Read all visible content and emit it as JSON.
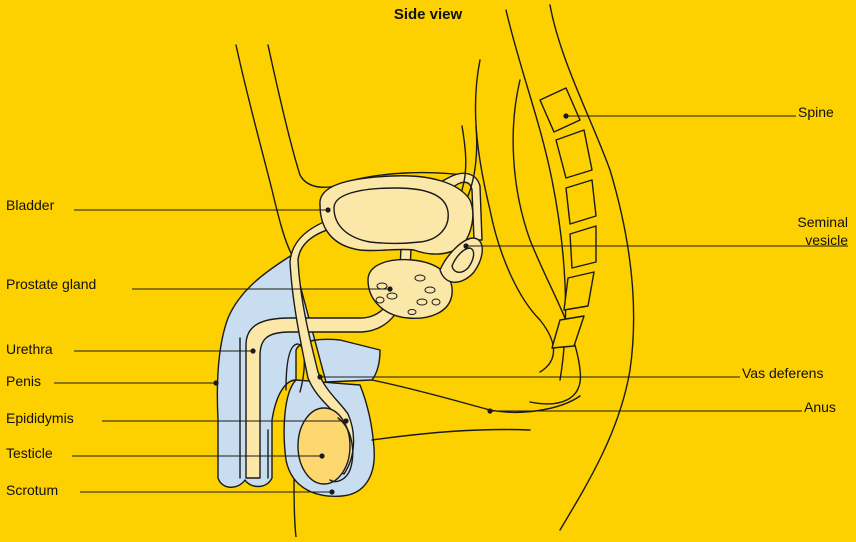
{
  "title": "Side view",
  "labels": {
    "bladder": "Bladder",
    "prostate_gland": "Prostate gland",
    "urethra": "Urethra",
    "penis": "Penis",
    "epididymis": "Epididymis",
    "testicle": "Testicle",
    "scrotum": "Scrotum",
    "spine": "Spine",
    "seminal_vesicle_line1": "Seminal",
    "seminal_vesicle_line2": "vesicle",
    "vas_deferens": "Vas deferens",
    "anus": "Anus"
  },
  "colors": {
    "background": "#FDD000",
    "organ_fill": "#FBE7A8",
    "skin_fill": "#C9DDF0",
    "testicle_fill": "#FDD870",
    "outline": "#1A1A1A"
  }
}
